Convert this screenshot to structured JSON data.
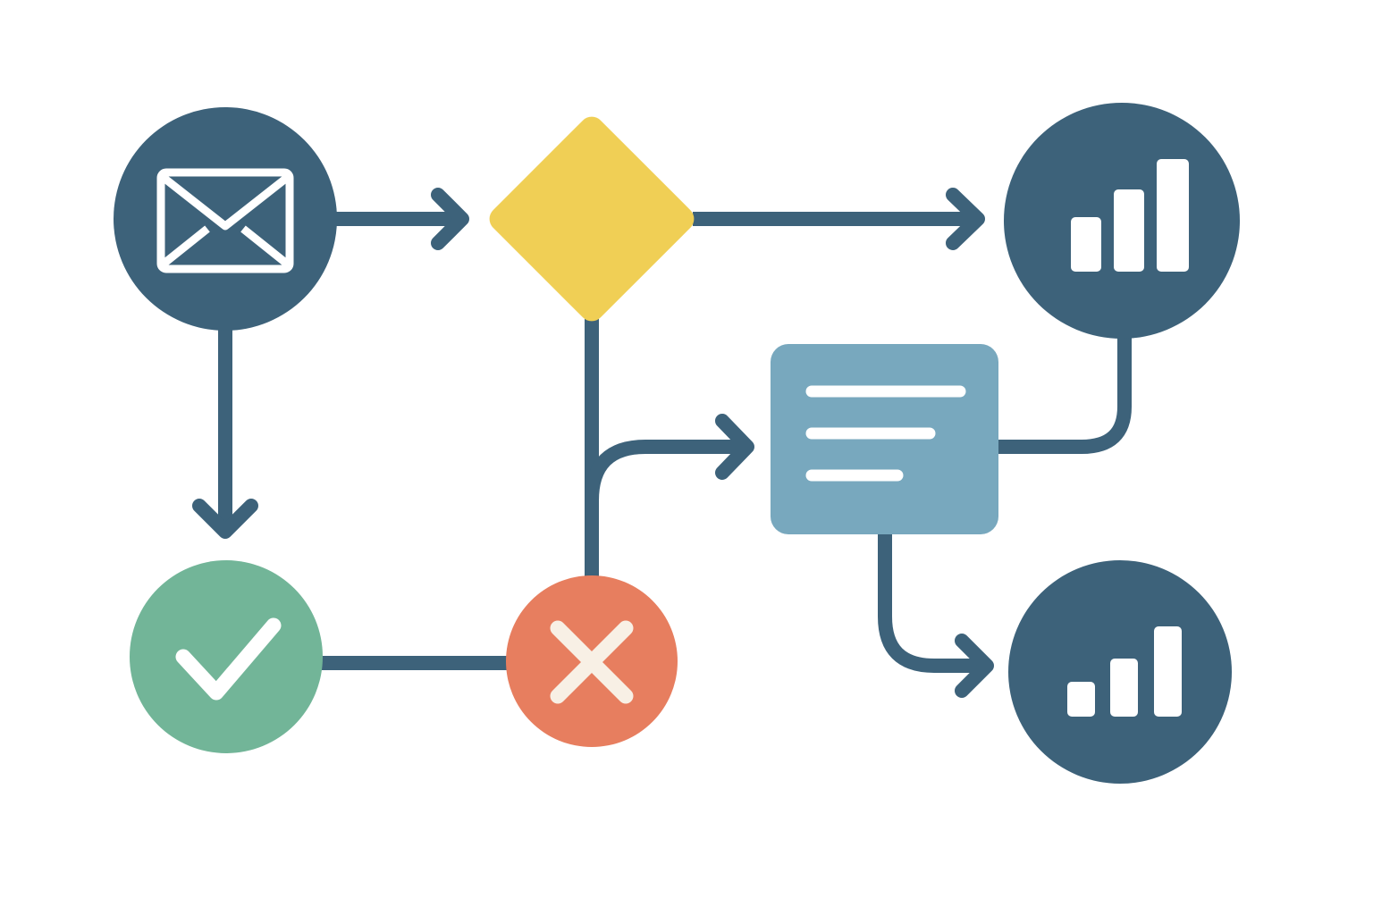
{
  "colors": {
    "connector": "#3d627a",
    "dark_node": "#3d627a",
    "decision": "#f0cf55",
    "document": "#78a8be",
    "success": "#72b598",
    "failure": "#e77e5f",
    "icon_light": "#ffffff",
    "icon_cream": "#f8f0e5"
  },
  "nodes": [
    {
      "id": "email",
      "shape": "circle",
      "icon": "envelope-icon"
    },
    {
      "id": "decision",
      "shape": "diamond",
      "icon": ""
    },
    {
      "id": "chart-top",
      "shape": "circle",
      "icon": "bar-chart-icon"
    },
    {
      "id": "document",
      "shape": "rounded-rectangle",
      "icon": "text-lines-icon"
    },
    {
      "id": "success",
      "shape": "circle",
      "icon": "checkmark-icon"
    },
    {
      "id": "failure",
      "shape": "circle",
      "icon": "x-icon"
    },
    {
      "id": "chart-bottom",
      "shape": "circle",
      "icon": "bar-chart-icon"
    }
  ],
  "edges": [
    {
      "from": "email",
      "to": "decision",
      "arrow": true
    },
    {
      "from": "decision",
      "to": "chart-top",
      "arrow": true
    },
    {
      "from": "email",
      "to": "success",
      "arrow": true
    },
    {
      "from": "success",
      "to": "failure",
      "arrow": false
    },
    {
      "from": "decision",
      "to": "failure",
      "arrow": false
    },
    {
      "from": "decision",
      "to": "document",
      "arrow": true
    },
    {
      "from": "chart-top",
      "to": "document",
      "arrow": false
    },
    {
      "from": "document",
      "to": "chart-bottom",
      "arrow": true
    }
  ]
}
